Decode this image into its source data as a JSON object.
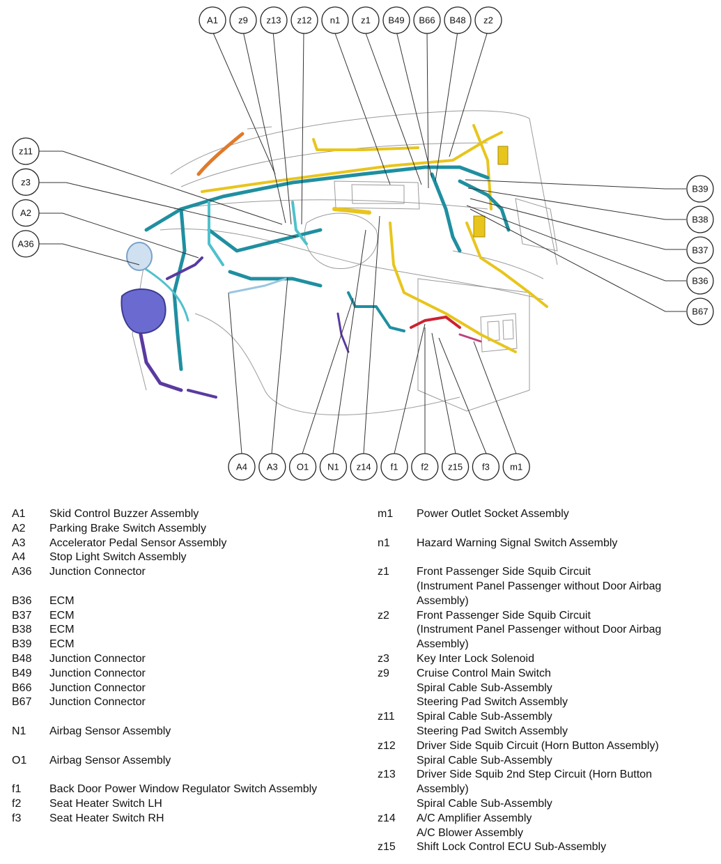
{
  "callouts": {
    "top": [
      "A1",
      "z9",
      "z13",
      "z12",
      "n1",
      "z1",
      "B49",
      "B66",
      "B48",
      "z2"
    ],
    "left": [
      "z11",
      "z3",
      "A2",
      "A36"
    ],
    "right": [
      "B39",
      "B38",
      "B37",
      "B36",
      "B67"
    ],
    "bottom": [
      "A4",
      "A3",
      "O1",
      "N1",
      "z14",
      "f1",
      "f2",
      "z15",
      "f3",
      "m1"
    ]
  },
  "colors": {
    "harness_teal": "#1f8fa0",
    "harness_teal_light": "#4fc1cc",
    "harness_yellow": "#e8c51c",
    "harness_purple": "#5a3aa0",
    "harness_red": "#cc2230",
    "harness_orange": "#e07a2a",
    "harness_magenta": "#c0407a",
    "body_line": "#9a9a9a"
  },
  "legend_left": [
    {
      "code": "A1",
      "desc": "Skid Control Buzzer Assembly"
    },
    {
      "code": "A2",
      "desc": "Parking Brake Switch Assembly"
    },
    {
      "code": "A3",
      "desc": "Accelerator Pedal Sensor Assembly"
    },
    {
      "code": "A4",
      "desc": "Stop Light Switch Assembly"
    },
    {
      "code": "A36",
      "desc": "Junction Connector"
    },
    {
      "gap": true
    },
    {
      "code": "B36",
      "desc": "ECM"
    },
    {
      "code": "B37",
      "desc": "ECM"
    },
    {
      "code": "B38",
      "desc": "ECM"
    },
    {
      "code": "B39",
      "desc": "ECM"
    },
    {
      "code": "B48",
      "desc": "Junction Connector"
    },
    {
      "code": "B49",
      "desc": "Junction Connector"
    },
    {
      "code": "B66",
      "desc": "Junction Connector"
    },
    {
      "code": "B67",
      "desc": "Junction Connector"
    },
    {
      "gap": true
    },
    {
      "code": "N1",
      "desc": "Airbag Sensor Assembly"
    },
    {
      "gap": true
    },
    {
      "code": "O1",
      "desc": "Airbag Sensor Assembly"
    },
    {
      "gap": true
    },
    {
      "code": "f1",
      "desc": "Back Door Power Window Regulator Switch Assembly"
    },
    {
      "code": "f2",
      "desc": "Seat Heater Switch LH"
    },
    {
      "code": "f3",
      "desc": "Seat Heater Switch RH"
    }
  ],
  "legend_right": [
    {
      "code": "m1",
      "desc": "Power Outlet Socket Assembly"
    },
    {
      "gap": true
    },
    {
      "code": "n1",
      "desc": "Hazard Warning Signal Switch Assembly"
    },
    {
      "gap": true
    },
    {
      "code": "z1",
      "desc": "Front Passenger Side Squib Circuit\n(Instrument Panel Passenger without Door Airbag\nAssembly)"
    },
    {
      "code": "z2",
      "desc": "Front Passenger Side Squib Circuit\n(Instrument Panel Passenger without Door Airbag\nAssembly)"
    },
    {
      "code": "z3",
      "desc": "Key Inter Lock Solenoid"
    },
    {
      "code": "z9",
      "desc": "Cruise Control Main Switch\nSpiral Cable Sub-Assembly\nSteering Pad Switch Assembly"
    },
    {
      "code": "z11",
      "desc": "Spiral Cable Sub-Assembly\nSteering Pad Switch Assembly"
    },
    {
      "code": "z12",
      "desc": "Driver Side Squib Circuit (Horn Button Assembly)\nSpiral Cable Sub-Assembly"
    },
    {
      "code": "z13",
      "desc": "Driver Side Squib 2nd Step Circuit (Horn Button\nAssembly)\nSpiral Cable Sub-Assembly"
    },
    {
      "code": "z14",
      "desc": "A/C Amplifier Assembly\nA/C Blower Assembly"
    },
    {
      "code": "z15",
      "desc": "Shift Lock Control ECU Sub-Assembly"
    }
  ]
}
